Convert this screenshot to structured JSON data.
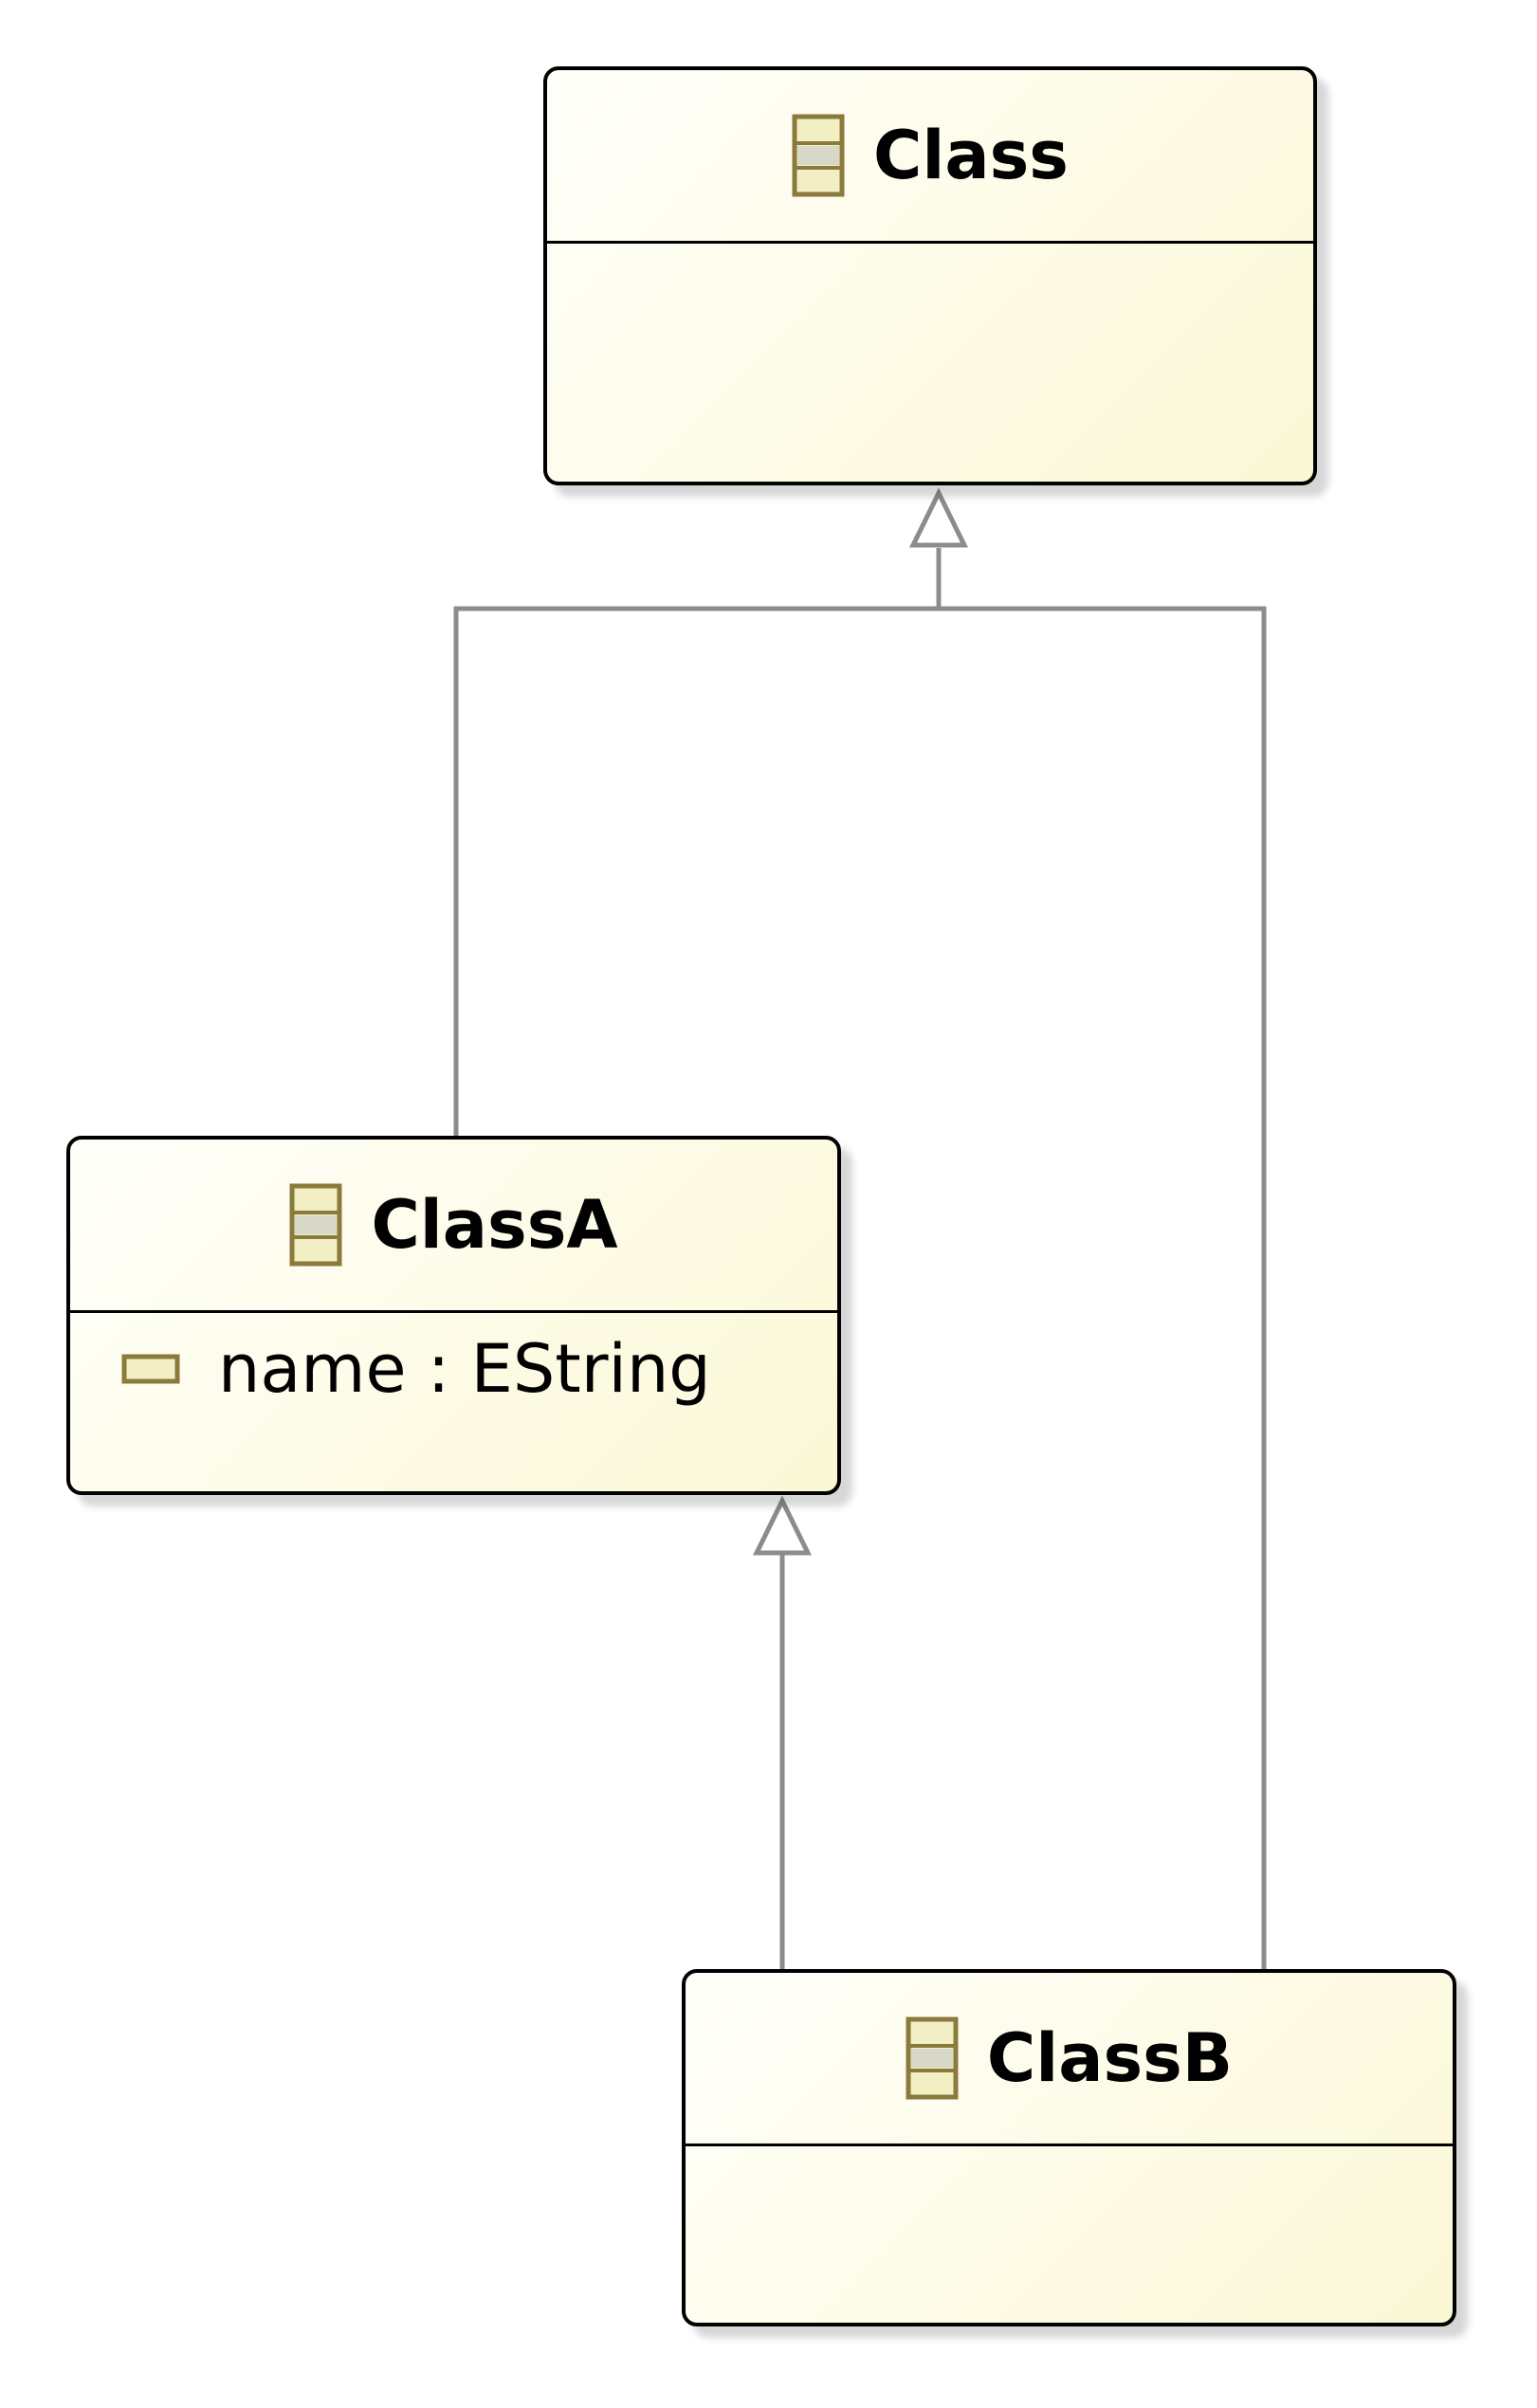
{
  "diagram": {
    "classes": [
      {
        "id": "class",
        "name": "Class",
        "icon": "eclass-icon",
        "attributes": []
      },
      {
        "id": "classa",
        "name": "ClassA",
        "icon": "eclass-icon",
        "attributes": [
          {
            "label": "name : EString",
            "icon": "eattribute-icon"
          }
        ]
      },
      {
        "id": "classb",
        "name": "ClassB",
        "icon": "eclass-icon",
        "attributes": []
      }
    ],
    "generalizations": [
      {
        "from": "ClassA",
        "to": "Class"
      },
      {
        "from": "ClassB",
        "to": "Class"
      },
      {
        "from": "ClassB",
        "to": "ClassA"
      }
    ],
    "colors": {
      "box_fill": "#fdfbe6",
      "box_border": "#000000",
      "connector": "#8c8c8c",
      "icon_fill": "#f3efc4",
      "icon_stroke": "#8a7a3c"
    }
  }
}
